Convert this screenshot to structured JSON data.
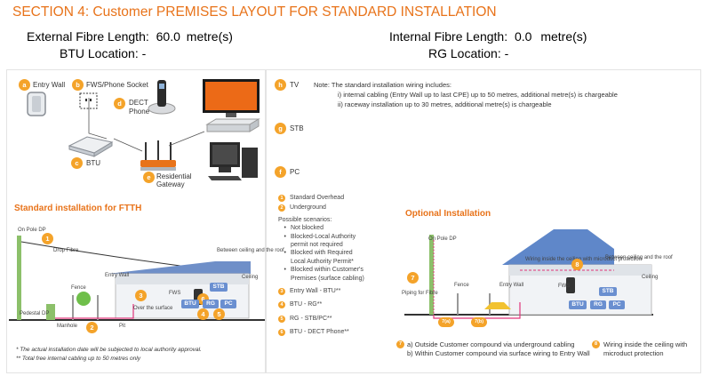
{
  "header": {
    "title": "SECTION 4: Customer PREMISES LAYOUT FOR STANDARD INSTALLATION",
    "external_label": "External Fibre Length:",
    "external_value": "60.0",
    "external_unit": "metre(s)",
    "btu_location_label": "BTU Location:",
    "btu_location_value": "-",
    "internal_label": "Internal Fibre Length:",
    "internal_value": "0.0",
    "internal_unit": "metre(s)",
    "rg_location_label": "RG Location:",
    "rg_location_value": "-"
  },
  "equipment": {
    "a": {
      "letter": "a",
      "label": "Entry Wall"
    },
    "b": {
      "letter": "b",
      "label": "FWS/Phone Socket"
    },
    "c": {
      "letter": "c",
      "label": "BTU"
    },
    "d": {
      "letter": "d",
      "label_line1": "DECT",
      "label_line2": "Phone"
    },
    "e": {
      "letter": "e",
      "label_line1": "Residential",
      "label_line2": "Gateway"
    },
    "h": {
      "letter": "h",
      "label": "TV"
    },
    "g": {
      "letter": "g",
      "label": "STB"
    },
    "f": {
      "letter": "f",
      "label": "PC"
    }
  },
  "note": {
    "prefix": "Note:",
    "line1": "The standard installation wiring includes:",
    "line2": "i)  internal cabling (Entry Wall up to last CPE) up to 50 metres, additional metre(s) is chargeable",
    "line3": "ii) raceway installation up to 30 metres, additional metre(s) is chargeable"
  },
  "ftth": {
    "title": "Standard installation for FTTH",
    "on_pole_dp": "On Pole DP",
    "drop_fibre": "Drop Fibre",
    "fence": "Fence",
    "entry_wall": "Entry Wall",
    "fws": "FWS",
    "ceiling_roof": "Between ceiling and the roof",
    "ceiling": "Ceiling",
    "over_surface": "Over the surface",
    "pedestal_dp": "Pedestal DP",
    "manhole": "Manhole",
    "pit": "Pit",
    "boxes": {
      "btu": "BTU",
      "rg": "RG",
      "pc": "PC",
      "stb": "STB"
    },
    "numbers": [
      "1",
      "2",
      "3",
      "4",
      "5",
      "6"
    ]
  },
  "legend": {
    "n1": {
      "num": "1",
      "text": "Standard Overhead"
    },
    "n2": {
      "num": "2",
      "text": "Underground"
    },
    "scenarios_title": "Possible scenarios:",
    "s1": "Not blocked",
    "s2a": "Blocked-Local Authority",
    "s2b": "permit not required",
    "s3a": "Blocked with Required",
    "s3b": "Local Authority Permit*",
    "s4a": "Blocked within Customer's",
    "s4b": "Premises (surface cabling)",
    "n3": {
      "num": "3",
      "text": "Entry Wall - BTU**"
    },
    "n4": {
      "num": "4",
      "text": "BTU - RG**"
    },
    "n5": {
      "num": "5",
      "text": "RG - STB/PC**"
    },
    "n6": {
      "num": "6",
      "text": "BTU - DECT Phone**"
    }
  },
  "optional": {
    "title": "Optional Installation",
    "on_pole_dp": "On Pole DP",
    "piping": "Piping for Fibre",
    "fence": "Fence",
    "entry_wall": "Entry Wall",
    "fws": "FWS",
    "wiring_ceiling": "Wiring inside the ceiling with microduct protection",
    "ceiling_roof": "Between ceiling and the roof",
    "ceiling": "Ceiling",
    "tba": "7(a)",
    "tbb": "7(b)",
    "boxes": {
      "btu": "BTU",
      "rg": "RG",
      "pc": "PC",
      "stb": "STB"
    },
    "n7": "7",
    "n8": "8",
    "item7a": "a) Outside Customer compound via underground cabling",
    "item7b": "b) Within Customer compound via surface wiring to Entry Wall",
    "item8a": "Wiring inside the ceiling with",
    "item8b": "microduct protection"
  },
  "footnotes": {
    "f1": "* The actual installation date will be subjected to local authority approval.",
    "f2": "** Total free internal cabling up to 50 metres only"
  },
  "colors": {
    "accent": "#e8731a",
    "badge": "#f4a32a",
    "box": "#6a8fd0",
    "cable": "#e0357a",
    "grass": "#66b84a"
  }
}
